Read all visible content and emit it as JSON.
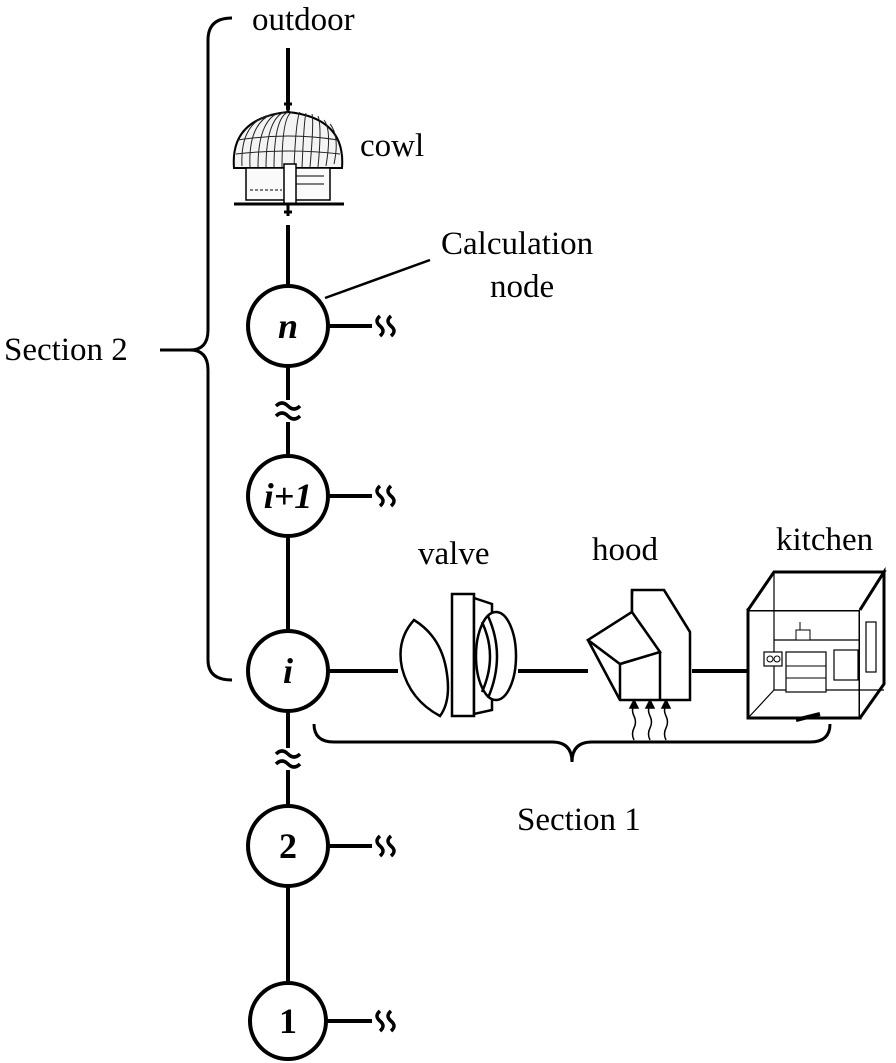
{
  "labels": {
    "outdoor": "outdoor",
    "cowl": "cowl",
    "calc_node_line1": "Calculation",
    "calc_node_line2": "node",
    "section2": "Section 2",
    "section1": "Section 1",
    "valve": "valve",
    "hood": "hood",
    "kitchen": "kitchen"
  },
  "nodes": [
    {
      "id": "n",
      "label": "n",
      "italic": true,
      "branch": "wavy"
    },
    {
      "id": "i+1",
      "label": "i+1",
      "italic": true,
      "branch": "wavy"
    },
    {
      "id": "i",
      "label": "i",
      "italic": true,
      "branch": "section1"
    },
    {
      "id": "2",
      "label": "2",
      "italic": false,
      "branch": "wavy"
    },
    {
      "id": "1",
      "label": "1",
      "italic": false,
      "branch": "wavy"
    }
  ],
  "icons": [
    "cowl-icon",
    "valve-icon",
    "hood-icon",
    "kitchen-icon",
    "airflow-arrows-icon"
  ]
}
